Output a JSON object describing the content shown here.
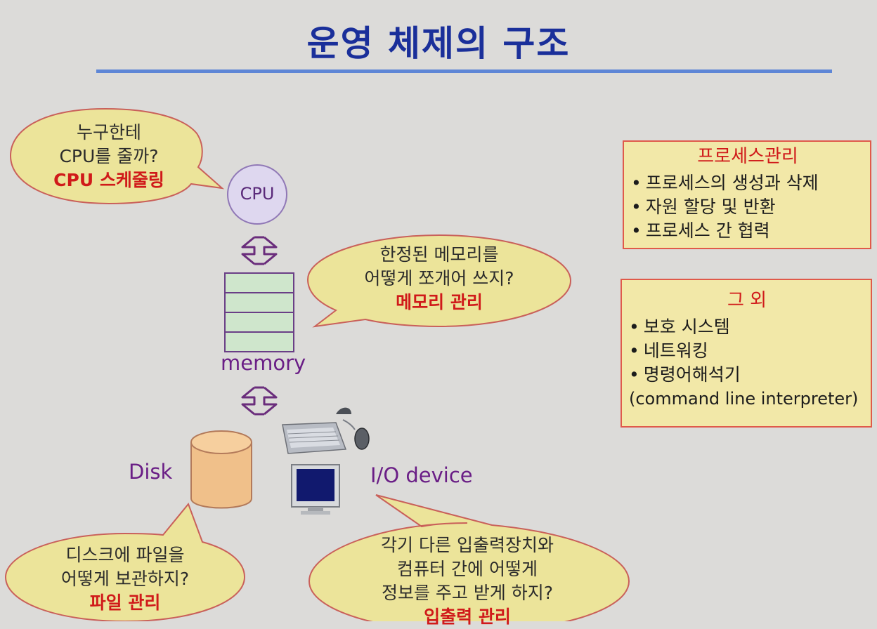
{
  "title": "운영 체제의 구조",
  "bubbles": {
    "cpu": {
      "lines": [
        "누구한테",
        "CPU를 줄까?"
      ],
      "highlight": "CPU 스케줄링"
    },
    "memory": {
      "lines": [
        "한정된 메모리를",
        "어떻게 쪼개어 쓰지?"
      ],
      "highlight": "메모리 관리"
    },
    "disk": {
      "lines": [
        "디스크에 파일을",
        "어떻게 보관하지?"
      ],
      "highlight": "파일 관리"
    },
    "io": {
      "lines": [
        "각기 다른 입출력장치와",
        "컴퓨터 간에 어떻게",
        "정보를 주고 받게 하지?"
      ],
      "highlight": "입출력 관리"
    }
  },
  "labels": {
    "cpu": "CPU",
    "memory": "memory",
    "disk": "Disk",
    "io": "I/O device"
  },
  "boxes": {
    "process": {
      "title": "프로세스관리",
      "items": [
        "프로세스의 생성과 삭제",
        "자원 할당 및 반환",
        "프로세스 간 협력"
      ]
    },
    "other": {
      "title": "그 외",
      "items": [
        "보호 시스템",
        "네트워킹",
        "명령어해석기"
      ],
      "extra": "(command line interpreter)"
    }
  },
  "colors": {
    "title": "#1a2f9a",
    "bubble_fill": "#ece49a",
    "highlight": "#d01a1a",
    "label": "#6a1e86",
    "box_fill": "#f2e8a8",
    "box_border": "#e05a4a"
  }
}
